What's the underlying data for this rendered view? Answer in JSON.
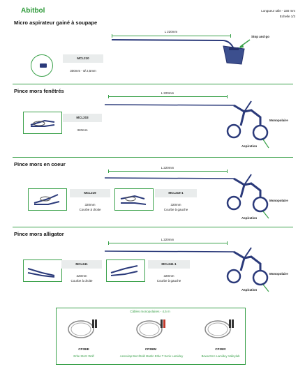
{
  "brand": "Abitbol",
  "header": {
    "useful_length": "Longueur utile - 330 mm",
    "scale": "Echelle 1/3"
  },
  "sections": [
    {
      "title": "Micro aspirateur gainé à soupape",
      "length": "L 220mm",
      "refs": [
        {
          "code": "MCL210",
          "spec": "300mm - Ø 2,5mm"
        }
      ],
      "annotations": {
        "stop": "Stop and go"
      }
    },
    {
      "title": "Pince mors fenêtrés",
      "length": "L 220mm",
      "refs": [
        {
          "code": "MCL203",
          "spec": "320mm"
        }
      ],
      "annotations": {
        "mono": "Monopolaire",
        "asp": "Aspiration"
      }
    },
    {
      "title": "Pince mors en coeur",
      "length": "L 220mm",
      "refs": [
        {
          "code": "MCL219",
          "spec": "320mm",
          "spec2": "Courbe à droite"
        },
        {
          "code": "MCL219-1",
          "spec": "320mm",
          "spec2": "Courbe à gauche"
        }
      ],
      "annotations": {
        "mono": "Monopolaire",
        "asp": "Aspiration"
      }
    },
    {
      "title": "Pince mors alligator",
      "length": "L 220mm",
      "refs": [
        {
          "code": "MCL241",
          "spec": "320mm",
          "spec2": "Courbe à droite"
        },
        {
          "code": "MCL241-1",
          "spec": "320mm",
          "spec2": "Courbe à gauche"
        }
      ],
      "annotations": {
        "mono": "Monopolaire",
        "asp": "Aspiration"
      }
    }
  ],
  "cables": {
    "title": "Câbles monopolaires - 4,5 m",
    "items": [
      {
        "code": "CP39IE",
        "brands": "Erbe Storz Wolf"
      },
      {
        "code": "CP39IM",
        "brands": "Aesculap Berchtold Martin Erbe T Serie Lamidey"
      },
      {
        "code": "CP39IV",
        "brands": "Bowa Emc Lamidey Valleylab"
      }
    ]
  },
  "colors": {
    "accent": "#3aa14a",
    "steel": "#2b3a7a"
  }
}
